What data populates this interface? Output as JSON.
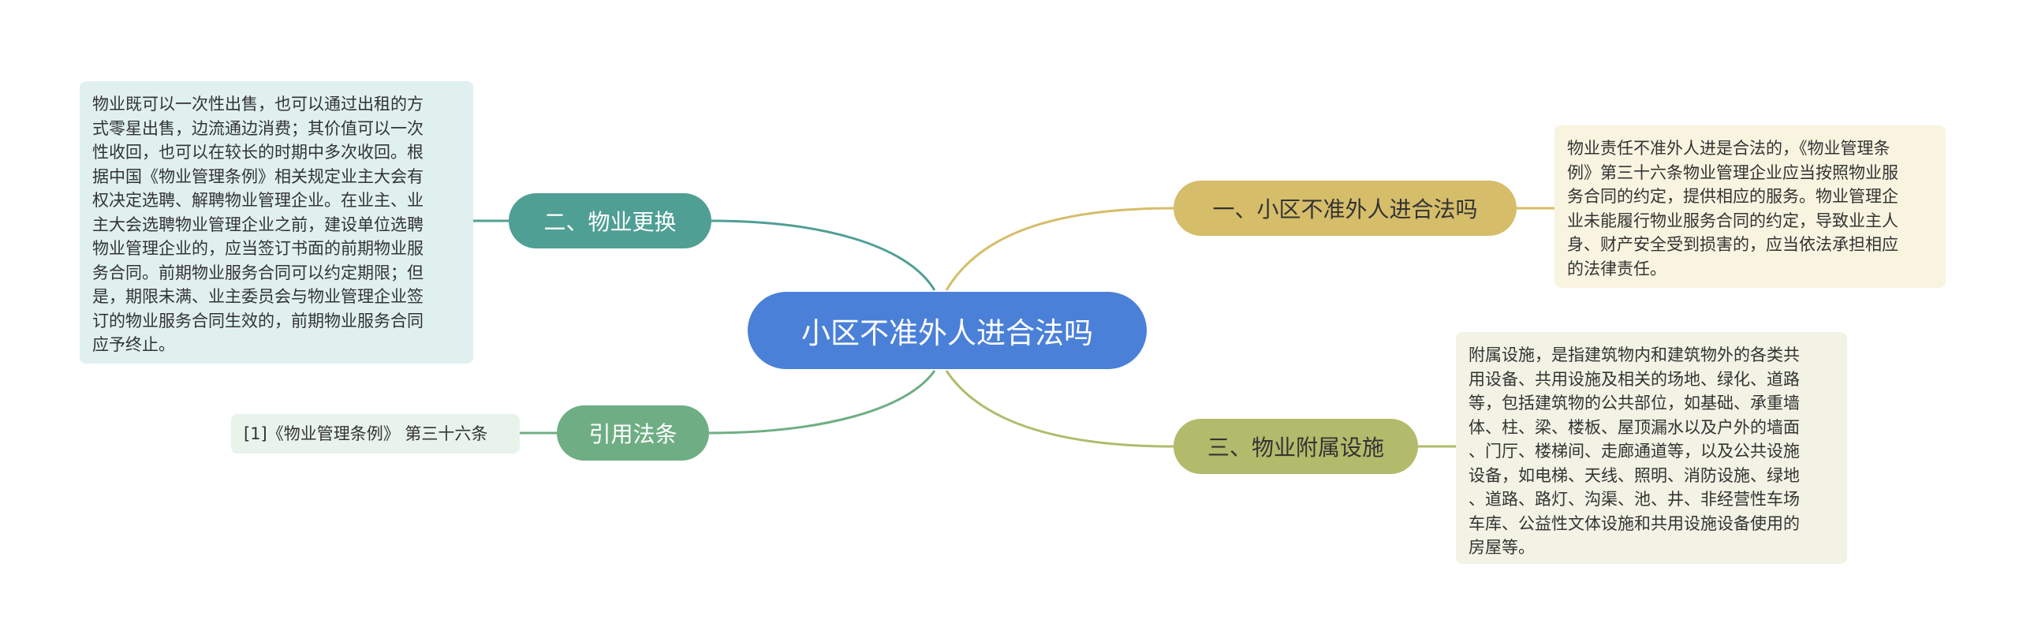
{
  "root": {
    "label": "小区不准外人进合法吗"
  },
  "branches": [
    {
      "label": "一、小区不准外人进合法吗",
      "detail": "物业责任不准外人进是合法的，《物业管理条\n例》第三十六条物业管理企业应当按照物业服\n务合同的约定，提供相应的服务。物业管理企\n业未能履行物业服务合同的约定，导致业主人\n身、财产安全受到损害的，应当依法承担相应\n的法律责任。"
    },
    {
      "label": "三、物业附属设施",
      "detail": "附属设施，是指建筑物内和建筑物外的各类共\n用设备、共用设施及相关的场地、绿化、道路\n等，包括建筑物的公共部位，如基础、承重墙\n体、柱、梁、楼板、屋顶漏水以及户外的墙面\n、门厅、楼梯间、走廊通道等，以及公共设施\n设备，如电梯、天线、照明、消防设施、绿地\n、道路、路灯、沟渠、池、井、非经营性车场\n车库、公益性文体设施和共用设施设备使用的\n房屋等。"
    },
    {
      "label": "二、物业更换",
      "detail": "物业既可以一次性出售，也可以通过出租的方\n式零星出售，边流通边消费；其价值可以一次\n性收回，也可以在较长的时期中多次收回。根\n据中国《物业管理条例》相关规定业主大会有\n权决定选聘、解聘物业管理企业。在业主、业\n主大会选聘物业管理企业之前，建设单位选聘\n物业管理企业的，应当签订书面的前期物业服\n务合同。前期物业服务合同可以约定期限；但\n是，期限未满、业主委员会与物业管理企业签\n订的物业服务合同生效的，前期物业服务合同\n应予终止。"
    },
    {
      "label": "引用法条",
      "detail": "[1]《物业管理条例》 第三十六条"
    }
  ],
  "colors": {
    "root": "#4a80d8",
    "branch_1": "#d6bd6a",
    "branch_2": "#b2bb6b",
    "branch_3": "#4f9f94",
    "branch_4": "#6fae84"
  }
}
